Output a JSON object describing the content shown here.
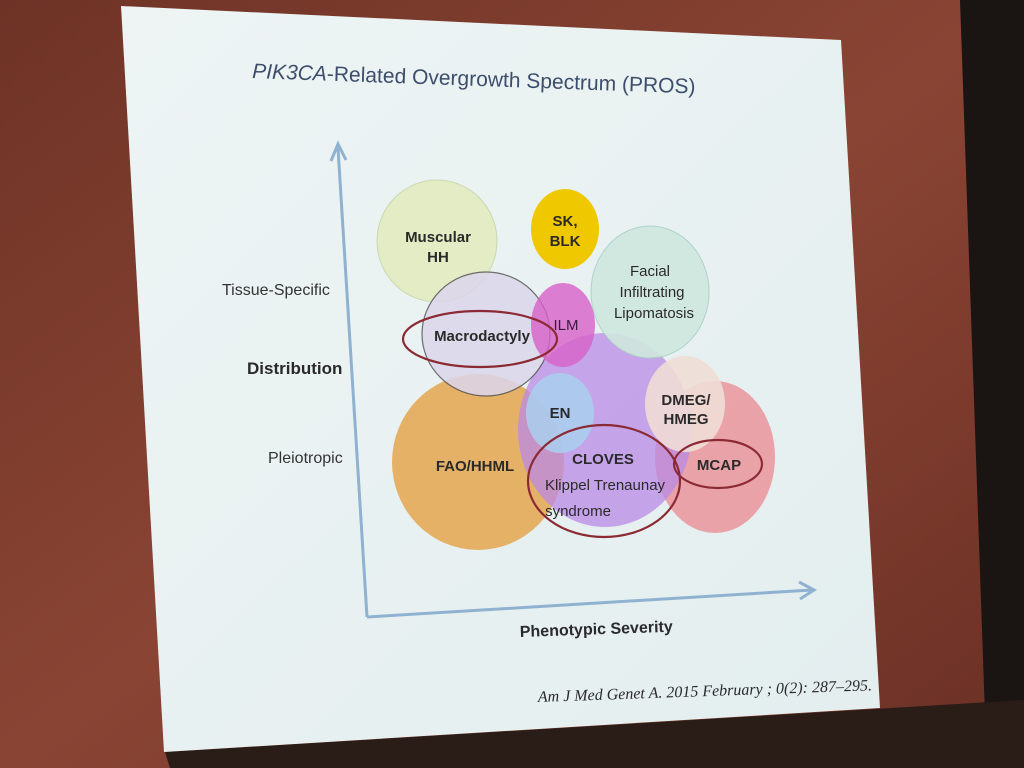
{
  "slide": {
    "title_italic": "PIK3CA",
    "title_rest": "-Related Overgrowth Spectrum (PROS)",
    "y_axis": {
      "top_label": "Tissue-Specific",
      "middle_label": "Distribution",
      "bottom_label": "Pleiotropic"
    },
    "x_axis": {
      "label": "Phenotypic Severity"
    },
    "citation": "Am J Med Genet A. 2015 February ; 0(2): 287–295."
  },
  "bubbles": [
    {
      "id": "muscular-hh",
      "lines": [
        "Muscular",
        "HH"
      ],
      "color": "#e3ecc0"
    },
    {
      "id": "sk-blk",
      "lines": [
        "SK,",
        "BLK"
      ],
      "color": "#f0c800"
    },
    {
      "id": "facial-infiltrating-lipomatosis",
      "lines": [
        "Facial",
        "Infiltrating",
        "Lipomatosis"
      ],
      "color": "#cfe8df"
    },
    {
      "id": "macrodactyly",
      "lines": [
        "Macrodactyly"
      ],
      "color": "#dcd6ec"
    },
    {
      "id": "ilm",
      "lines": [
        "ILM"
      ],
      "color": "#d760c8"
    },
    {
      "id": "fao-hhml",
      "lines": [
        "FAO/HHML"
      ],
      "color": "#e4a64f"
    },
    {
      "id": "cloves-kts",
      "lines": [
        "CLOVES",
        "Klippel Trenaunay",
        "syndrome"
      ],
      "color": "#b98ae6"
    },
    {
      "id": "en",
      "lines": [
        "EN"
      ],
      "color": "#a9d0ef"
    },
    {
      "id": "dmeg-hmeg",
      "lines": [
        "DMEG/",
        "HMEG"
      ],
      "color": "#eed8cf"
    },
    {
      "id": "mcap",
      "lines": [
        "MCAP"
      ],
      "color": "#e98a90"
    }
  ],
  "colors": {
    "slide_background": "#e9f1f2",
    "axis": "#8fb2d0",
    "outline": "#8c2a33",
    "screen_frame": "#1a1513",
    "wall": "#7a3a2c"
  }
}
